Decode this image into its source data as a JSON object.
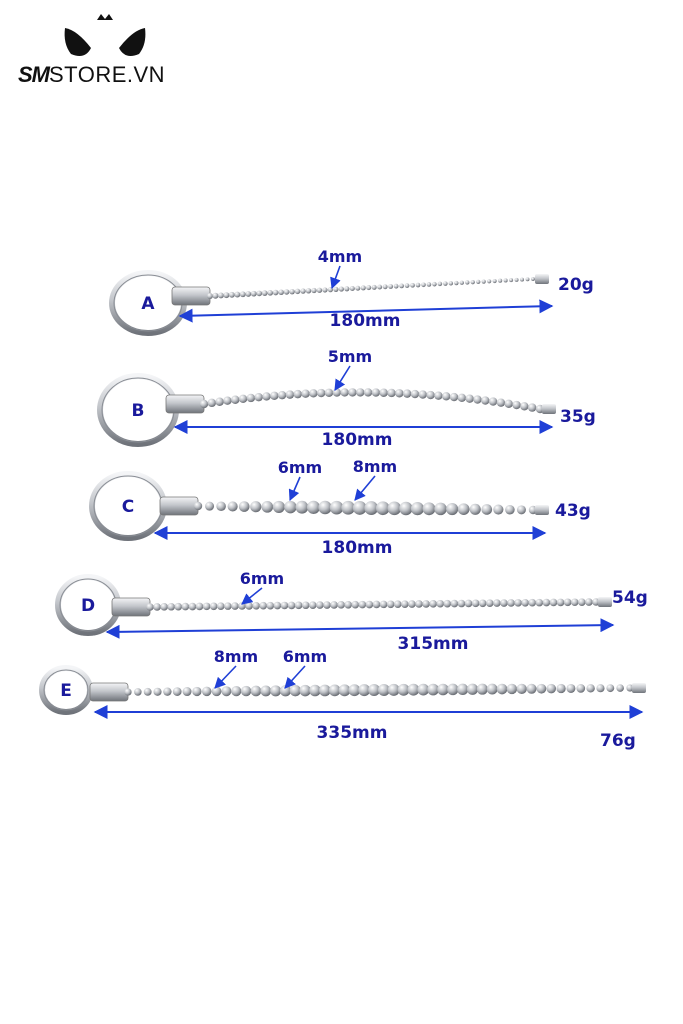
{
  "brand": {
    "name_strong": "SM",
    "name_rest": "STORE.VN",
    "logo_icon": "cat-eyes-crown-icon",
    "color": "#111111"
  },
  "colors": {
    "label": "#1a1a9c",
    "arrow": "#1f3fd6",
    "steel": "#b9bcc2"
  },
  "products": [
    {
      "letter": "A",
      "weight": "20g",
      "length": "180mm",
      "diameters": [
        "4mm"
      ]
    },
    {
      "letter": "B",
      "weight": "35g",
      "length": "180mm",
      "diameters": [
        "5mm"
      ]
    },
    {
      "letter": "C",
      "weight": "43g",
      "length": "180mm",
      "diameters": [
        "6mm",
        "8mm"
      ]
    },
    {
      "letter": "D",
      "weight": "54g",
      "length": "315mm",
      "diameters": [
        "6mm"
      ]
    },
    {
      "letter": "E",
      "weight": "76g",
      "length": "335mm",
      "diameters": [
        "8mm",
        "6mm"
      ]
    }
  ]
}
